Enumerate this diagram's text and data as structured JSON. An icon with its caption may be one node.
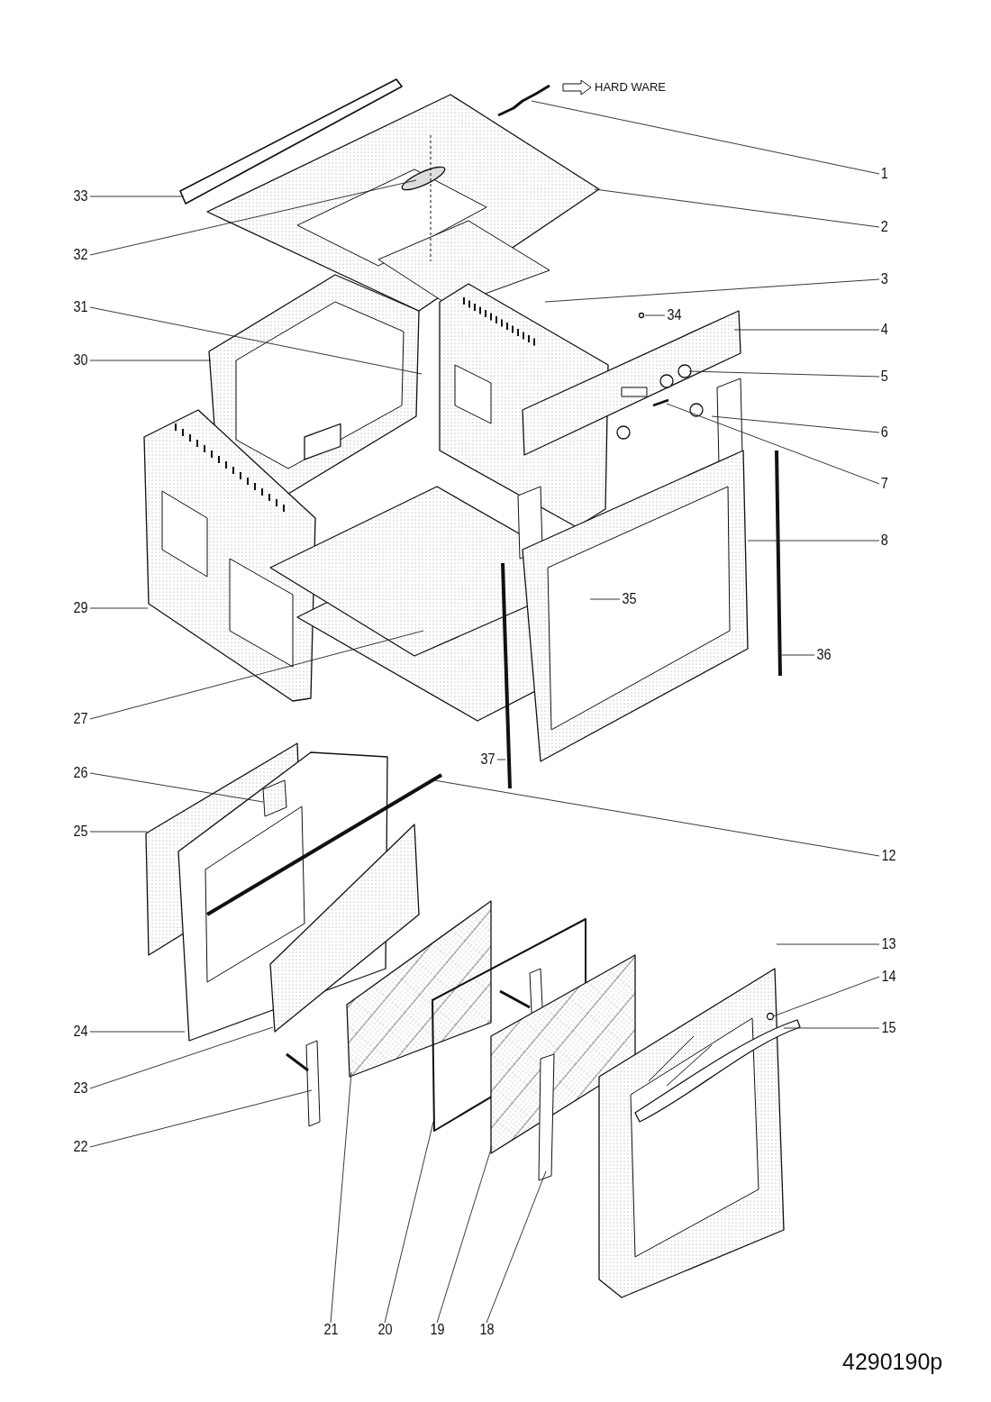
{
  "diagram": {
    "nodes": [
      {
        "text": [
          "1"
        ]
      },
      {
        "text": [
          "2"
        ]
      },
      {
        "text": [
          "3"
        ]
      },
      {
        "text": [
          "4"
        ]
      },
      {
        "text": [
          "5"
        ]
      },
      {
        "text": [
          "6"
        ]
      },
      {
        "text": [
          "7"
        ]
      },
      {
        "text": [
          "8"
        ]
      },
      {
        "text": [
          "12"
        ]
      },
      {
        "text": [
          "13"
        ]
      },
      {
        "text": [
          "14"
        ]
      },
      {
        "text": [
          "15"
        ]
      },
      {
        "text": [
          "18"
        ]
      },
      {
        "text": [
          "19"
        ]
      },
      {
        "text": [
          "20"
        ]
      },
      {
        "text": [
          "21"
        ]
      },
      {
        "text": [
          "22"
        ]
      },
      {
        "text": [
          "23"
        ]
      },
      {
        "text": [
          "24"
        ]
      },
      {
        "text": [
          "25"
        ]
      },
      {
        "text": [
          "26"
        ]
      },
      {
        "text": [
          "27"
        ]
      },
      {
        "text": [
          "29"
        ]
      },
      {
        "text": [
          "30"
        ]
      },
      {
        "text": [
          "31"
        ]
      },
      {
        "text": [
          "32"
        ]
      },
      {
        "text": [
          "33"
        ]
      },
      {
        "text": [
          "34"
        ]
      },
      {
        "text": [
          "35"
        ]
      },
      {
        "text": [
          "36"
        ]
      },
      {
        "text": [
          "37"
        ]
      }
    ],
    "edges": [
      {
        "from": 0,
        "to": null,
        "arrow": "none"
      },
      {
        "from": 1,
        "to": null,
        "arrow": "none"
      },
      {
        "from": 2,
        "to": null,
        "arrow": "none"
      },
      {
        "from": 3,
        "to": null,
        "arrow": "none"
      },
      {
        "from": 4,
        "to": null,
        "arrow": "none"
      },
      {
        "from": 5,
        "to": null,
        "arrow": "none"
      },
      {
        "from": 6,
        "to": null,
        "arrow": "none"
      },
      {
        "from": 7,
        "to": null,
        "arrow": "none"
      },
      {
        "from": 8,
        "to": null,
        "arrow": "none"
      },
      {
        "from": 9,
        "to": null,
        "arrow": "none"
      },
      {
        "from": 10,
        "to": null,
        "arrow": "none"
      },
      {
        "from": 11,
        "to": null,
        "arrow": "none"
      },
      {
        "from": 12,
        "to": null,
        "arrow": "none"
      },
      {
        "from": 13,
        "to": null,
        "arrow": "none"
      },
      {
        "from": 14,
        "to": null,
        "arrow": "none"
      },
      {
        "from": 15,
        "to": null,
        "arrow": "none"
      },
      {
        "from": 16,
        "to": null,
        "arrow": "none"
      },
      {
        "from": 17,
        "to": null,
        "arrow": "none"
      },
      {
        "from": 18,
        "to": null,
        "arrow": "none"
      },
      {
        "from": 19,
        "to": null,
        "arrow": "none"
      },
      {
        "from": 20,
        "to": null,
        "arrow": "none"
      },
      {
        "from": 21,
        "to": null,
        "arrow": "none"
      },
      {
        "from": 22,
        "to": null,
        "arrow": "none"
      },
      {
        "from": 23,
        "to": null,
        "arrow": "none"
      },
      {
        "from": 24,
        "to": null,
        "arrow": "none"
      },
      {
        "from": 25,
        "to": null,
        "arrow": "none"
      },
      {
        "from": 26,
        "to": null,
        "arrow": "none"
      },
      {
        "from": 27,
        "to": null,
        "arrow": "none"
      },
      {
        "from": 28,
        "to": null,
        "arrow": "none"
      },
      {
        "from": 29,
        "to": null,
        "arrow": "none"
      },
      {
        "from": 30,
        "to": null,
        "arrow": "none"
      }
    ],
    "labels": [
      "HARD WARE",
      "4290190p"
    ]
  }
}
